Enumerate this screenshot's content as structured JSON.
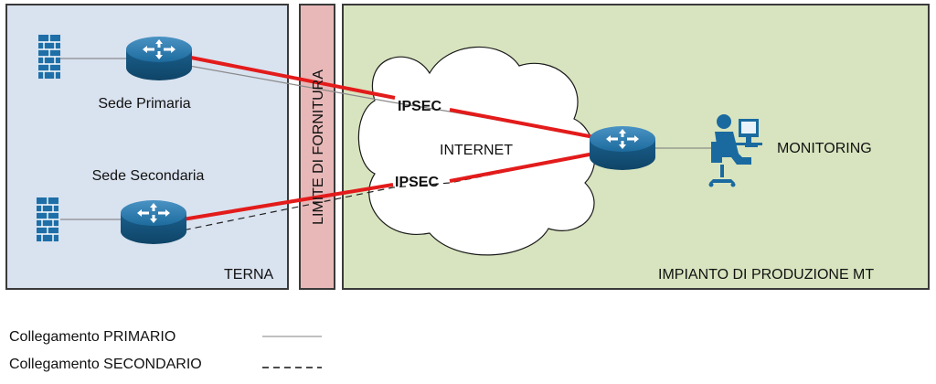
{
  "zones": {
    "terna": {
      "label": "TERNA",
      "fill": "#d9e2ef"
    },
    "limit": {
      "label": "LIMITE DI FORNITURA",
      "fill": "#e8b8b8"
    },
    "plant": {
      "label": "IMPIANTO DI PRODUZIONE MT",
      "fill": "#d8e4bf"
    }
  },
  "sites": {
    "primary": {
      "label": "Sede Primaria",
      "firewall_icon": "firewall-icon",
      "router_icon": "router-icon"
    },
    "secondary": {
      "label": "Sede Secondaria",
      "firewall_icon": "firewall-icon",
      "router_icon": "router-icon"
    }
  },
  "cloud": {
    "label": "INTERNET",
    "icon": "cloud-icon"
  },
  "tunnels": {
    "primary": "IPSEC",
    "secondary": "IPSEC"
  },
  "monitoring": {
    "label": "MONITORING",
    "icon": "workstation-operator-icon"
  },
  "legend": {
    "primary": {
      "label": "Collegamento PRIMARIO",
      "style": "solid"
    },
    "secondary": {
      "label": "Collegamento SECONDARIO",
      "style": "dashed"
    }
  },
  "colors": {
    "ipsec_line": "#e31b1b",
    "device": "#1a6aa0",
    "firewall": "#1e6fa8",
    "zone_border": "#3a3a3a"
  }
}
